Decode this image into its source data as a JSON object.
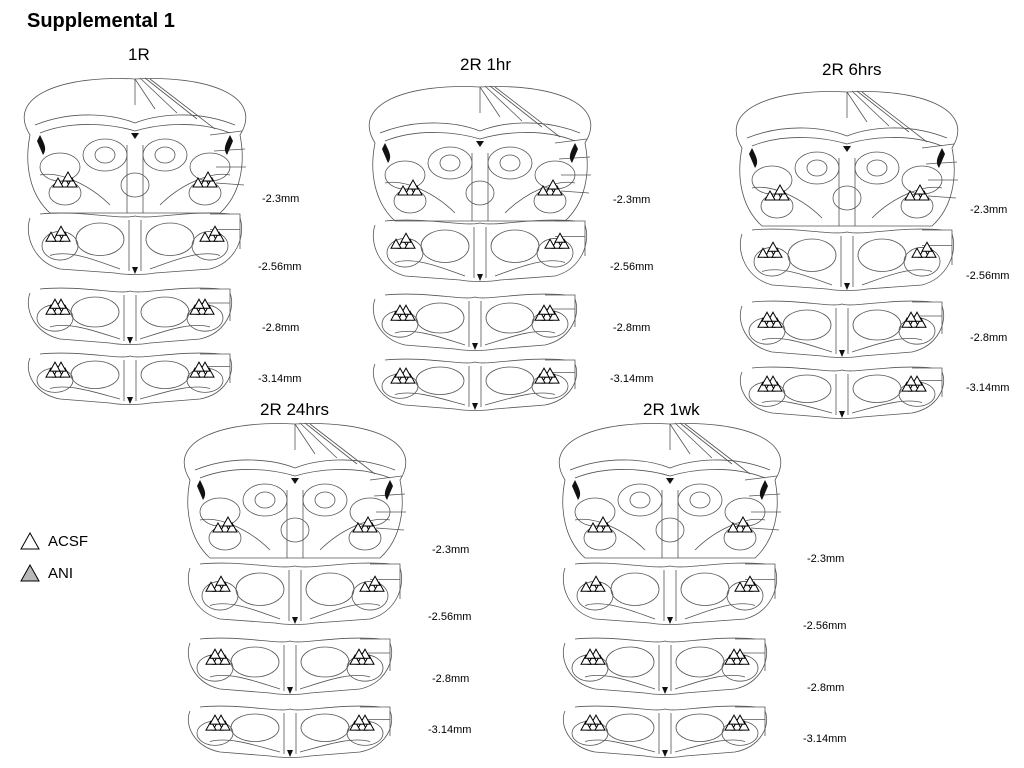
{
  "figure_title": "Supplemental 1",
  "depth_labels": [
    "-2.3mm",
    "-2.56mm",
    "-2.8mm",
    "-3.14mm"
  ],
  "legend": {
    "items": [
      {
        "label": "ACSF",
        "fill": "#ffffff"
      },
      {
        "label": "ANI",
        "fill": "#b8b8b8"
      }
    ]
  },
  "colors": {
    "line": "#555555",
    "marker_stroke": "#000000",
    "ani_fill": "#b8b8b8"
  },
  "panels": [
    {
      "title": "1R"
    },
    {
      "title": "2R 1hr"
    },
    {
      "title": "2R 6hrs"
    },
    {
      "title": "2R 24hrs"
    },
    {
      "title": "2R 1wk"
    }
  ]
}
